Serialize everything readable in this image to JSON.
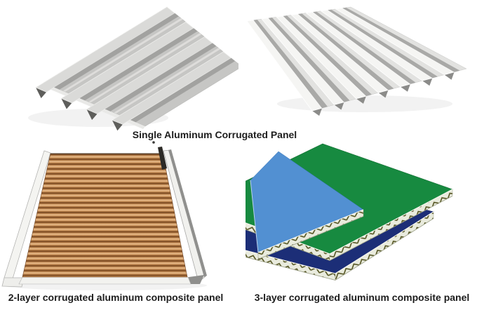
{
  "captions": {
    "single": "Single Aluminum Corrugated Panel",
    "two_layer": "2-layer corrugated aluminum composite panel",
    "three_layer": "3-layer corrugated aluminum composite panel"
  },
  "figures": {
    "single_left": {
      "description": "silver trapezoidal-rib corrugated aluminum sheet, angled view"
    },
    "single_right": {
      "description": "white narrow-rib corrugated aluminum sheet, angled view"
    },
    "two_layer": {
      "description": "copper colored corrugated aluminum composite panel with silver edge rails"
    },
    "three_layer": {
      "description": "three stacked composite sheets with corrugated cores visible on edges"
    }
  },
  "colors": {
    "background": "#ffffff",
    "caption_text": "#1d1d1d",
    "panel_gray_light": "#dadad8",
    "panel_gray_mid": "#c6c6c4",
    "panel_white": "#f5f5f3",
    "copper_highlight": "#e8bd8e",
    "copper_mid": "#b97f47",
    "copper_dark": "#70421f",
    "rail_silver": "#f2f2ef",
    "sheet_blue": "#5290d2",
    "sheet_green": "#178a40",
    "sheet_navy": "#1c2e77",
    "core_zigzag": "#50501c",
    "core_band": "#e9ebdd"
  }
}
